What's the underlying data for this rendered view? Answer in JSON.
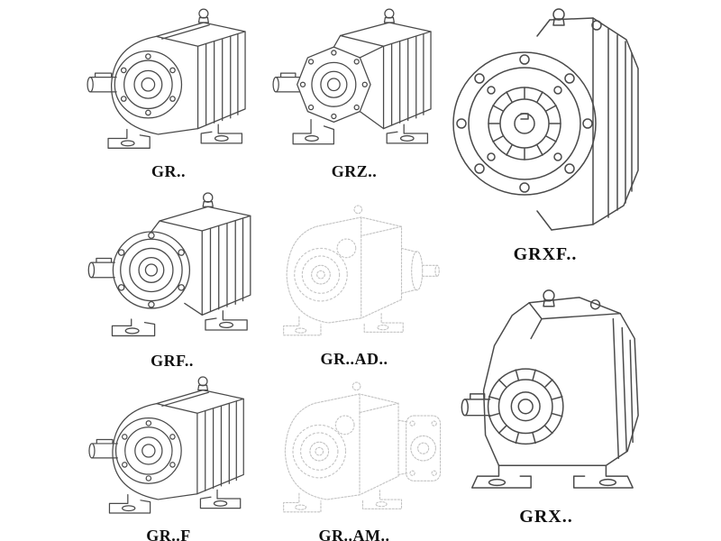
{
  "page": {
    "background": "#ffffff",
    "line_color": "#4a4a4a",
    "faded_line_color": "#c3c3c3",
    "label_color": "#101010"
  },
  "catalog": {
    "items": [
      {
        "id": "gr",
        "label": "GR..",
        "drawing": "foot-mounted-helical-gear-reducer"
      },
      {
        "id": "grz",
        "label": "GRZ..",
        "drawing": "foot-mounted-helical-gear-reducer-variant-z"
      },
      {
        "id": "grxf",
        "label": "GRXF..",
        "drawing": "flange-mounted-helical-gear-reducer"
      },
      {
        "id": "grf",
        "label": "GRF..",
        "drawing": "flange-foot-helical-gear-reducer"
      },
      {
        "id": "grad",
        "label": "GR..AD..",
        "drawing": "helical-gear-reducer-with-input-shaft-adapter",
        "faded": true
      },
      {
        "id": "grft",
        "label": "GR..F",
        "drawing": "foot-mounted-helical-gear-reducer"
      },
      {
        "id": "gram",
        "label": "GR..AM..",
        "drawing": "helical-gear-reducer-with-motor-adapter-flange",
        "faded": true
      },
      {
        "id": "grx",
        "label": "GRX..",
        "drawing": "large-foot-mounted-helical-gear-reducer"
      }
    ]
  }
}
